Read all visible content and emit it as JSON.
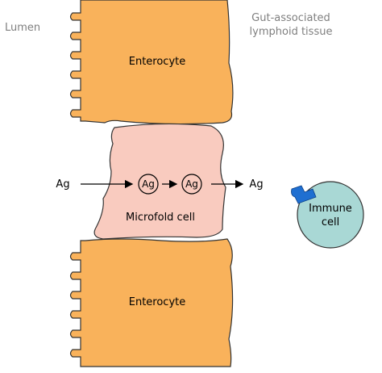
{
  "labels": {
    "lumen": "Lumen",
    "galt_line1": "Gut-associated",
    "galt_line2": "lymphoid tissue",
    "enterocyte_top": "Enterocyte",
    "enterocyte_bottom": "Enterocyte",
    "microfold_cell": "Microfold cell",
    "immune_cell_line1": "Immune",
    "immune_cell_line2": "cell",
    "antigen_left": "Ag",
    "antigen_right": "Ag",
    "antigen_circle_1": "Ag",
    "antigen_circle_2": "Ag"
  },
  "colors": {
    "enterocyte_fill": "#f9b25b",
    "microfold_fill": "#f9cbbf",
    "immune_cell_fill": "#a9d8d5",
    "receptor_fill": "#1f6fd1",
    "outline": "#333333",
    "region_text": "#7f7f7f"
  }
}
